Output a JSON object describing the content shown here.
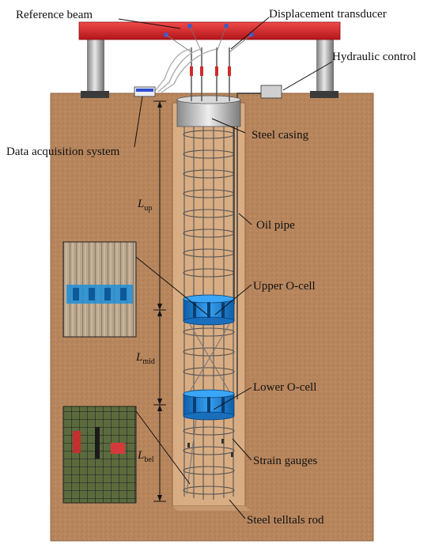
{
  "labels": {
    "reference_beam": "Reference beam",
    "displacement_transducer": "Displacement transducer",
    "hydraulic_control": "Hydraulic control",
    "data_acquisition_system": "Data acquisition system",
    "steel_casing": "Steel casing",
    "oil_pipe": "Oil pipe",
    "upper_ocell": "Upper O-cell",
    "lower_ocell": "Lower O-cell",
    "strain_gauges": "Strain gauges",
    "steel_telltals_rod": "Steel telltals rod"
  },
  "dimensions": {
    "up": {
      "symbol": "L",
      "subscript": "up"
    },
    "mid": {
      "symbol": "L",
      "subscript": "mid"
    },
    "bel": {
      "symbol": "L",
      "subscript": "bel"
    }
  },
  "colors": {
    "soil": "#b8865d",
    "beam": "#e0262b",
    "ocell": "#1f7fd1",
    "casing": "#b9b9b9",
    "hole": "#d9ad83"
  }
}
